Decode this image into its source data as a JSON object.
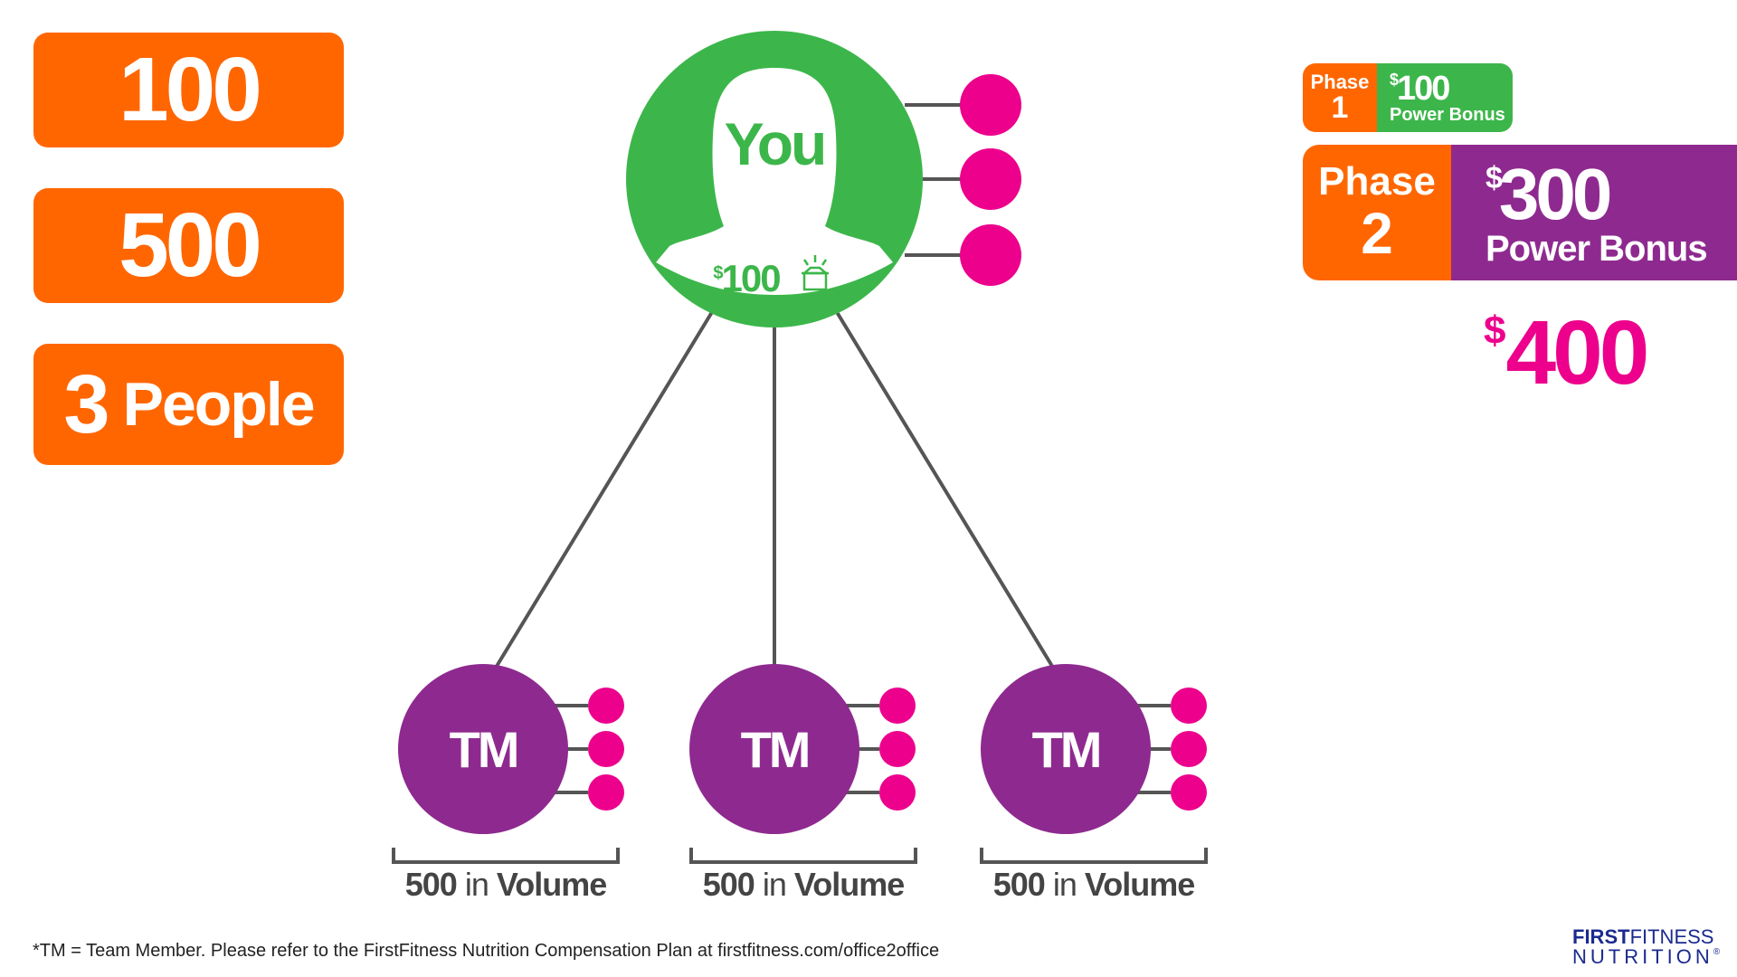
{
  "left_stats": {
    "stat1": "100",
    "stat2": "500",
    "stat3_number": "3",
    "stat3_word": "People"
  },
  "you_node": {
    "label": "You",
    "bonus_currency": "$",
    "bonus_amount": "100",
    "icon": "gift-box-icon"
  },
  "team_members": [
    {
      "label": "TM",
      "volume_number": "500",
      "volume_in": "in",
      "volume_word": "Volume"
    },
    {
      "label": "TM",
      "volume_number": "500",
      "volume_in": "in",
      "volume_word": "Volume"
    },
    {
      "label": "TM",
      "volume_number": "500",
      "volume_in": "in",
      "volume_word": "Volume"
    }
  ],
  "phase1": {
    "phase_label": "Phase",
    "phase_number": "1",
    "currency": "$",
    "amount": "100",
    "bonus_label": "Power Bonus"
  },
  "phase2": {
    "phase_label": "Phase",
    "phase_number": "2",
    "currency": "$",
    "amount": "300",
    "bonus_label": "Power Bonus"
  },
  "total": {
    "currency": "$",
    "amount": "400"
  },
  "footnote": "*TM = Team Member. Please refer to the FirstFitness Nutrition Compensation Plan at firstfitness.com/office2office",
  "logo": {
    "bold": "FIRST",
    "regular": "FITNESS",
    "line2": "NUTRITION",
    "mark": "®"
  },
  "colors": {
    "orange": "#ff6600",
    "green": "#3cb64a",
    "purple": "#8e2a8f",
    "magenta": "#ec008c",
    "line": "#555555",
    "logo_blue": "#1b2a8f"
  }
}
